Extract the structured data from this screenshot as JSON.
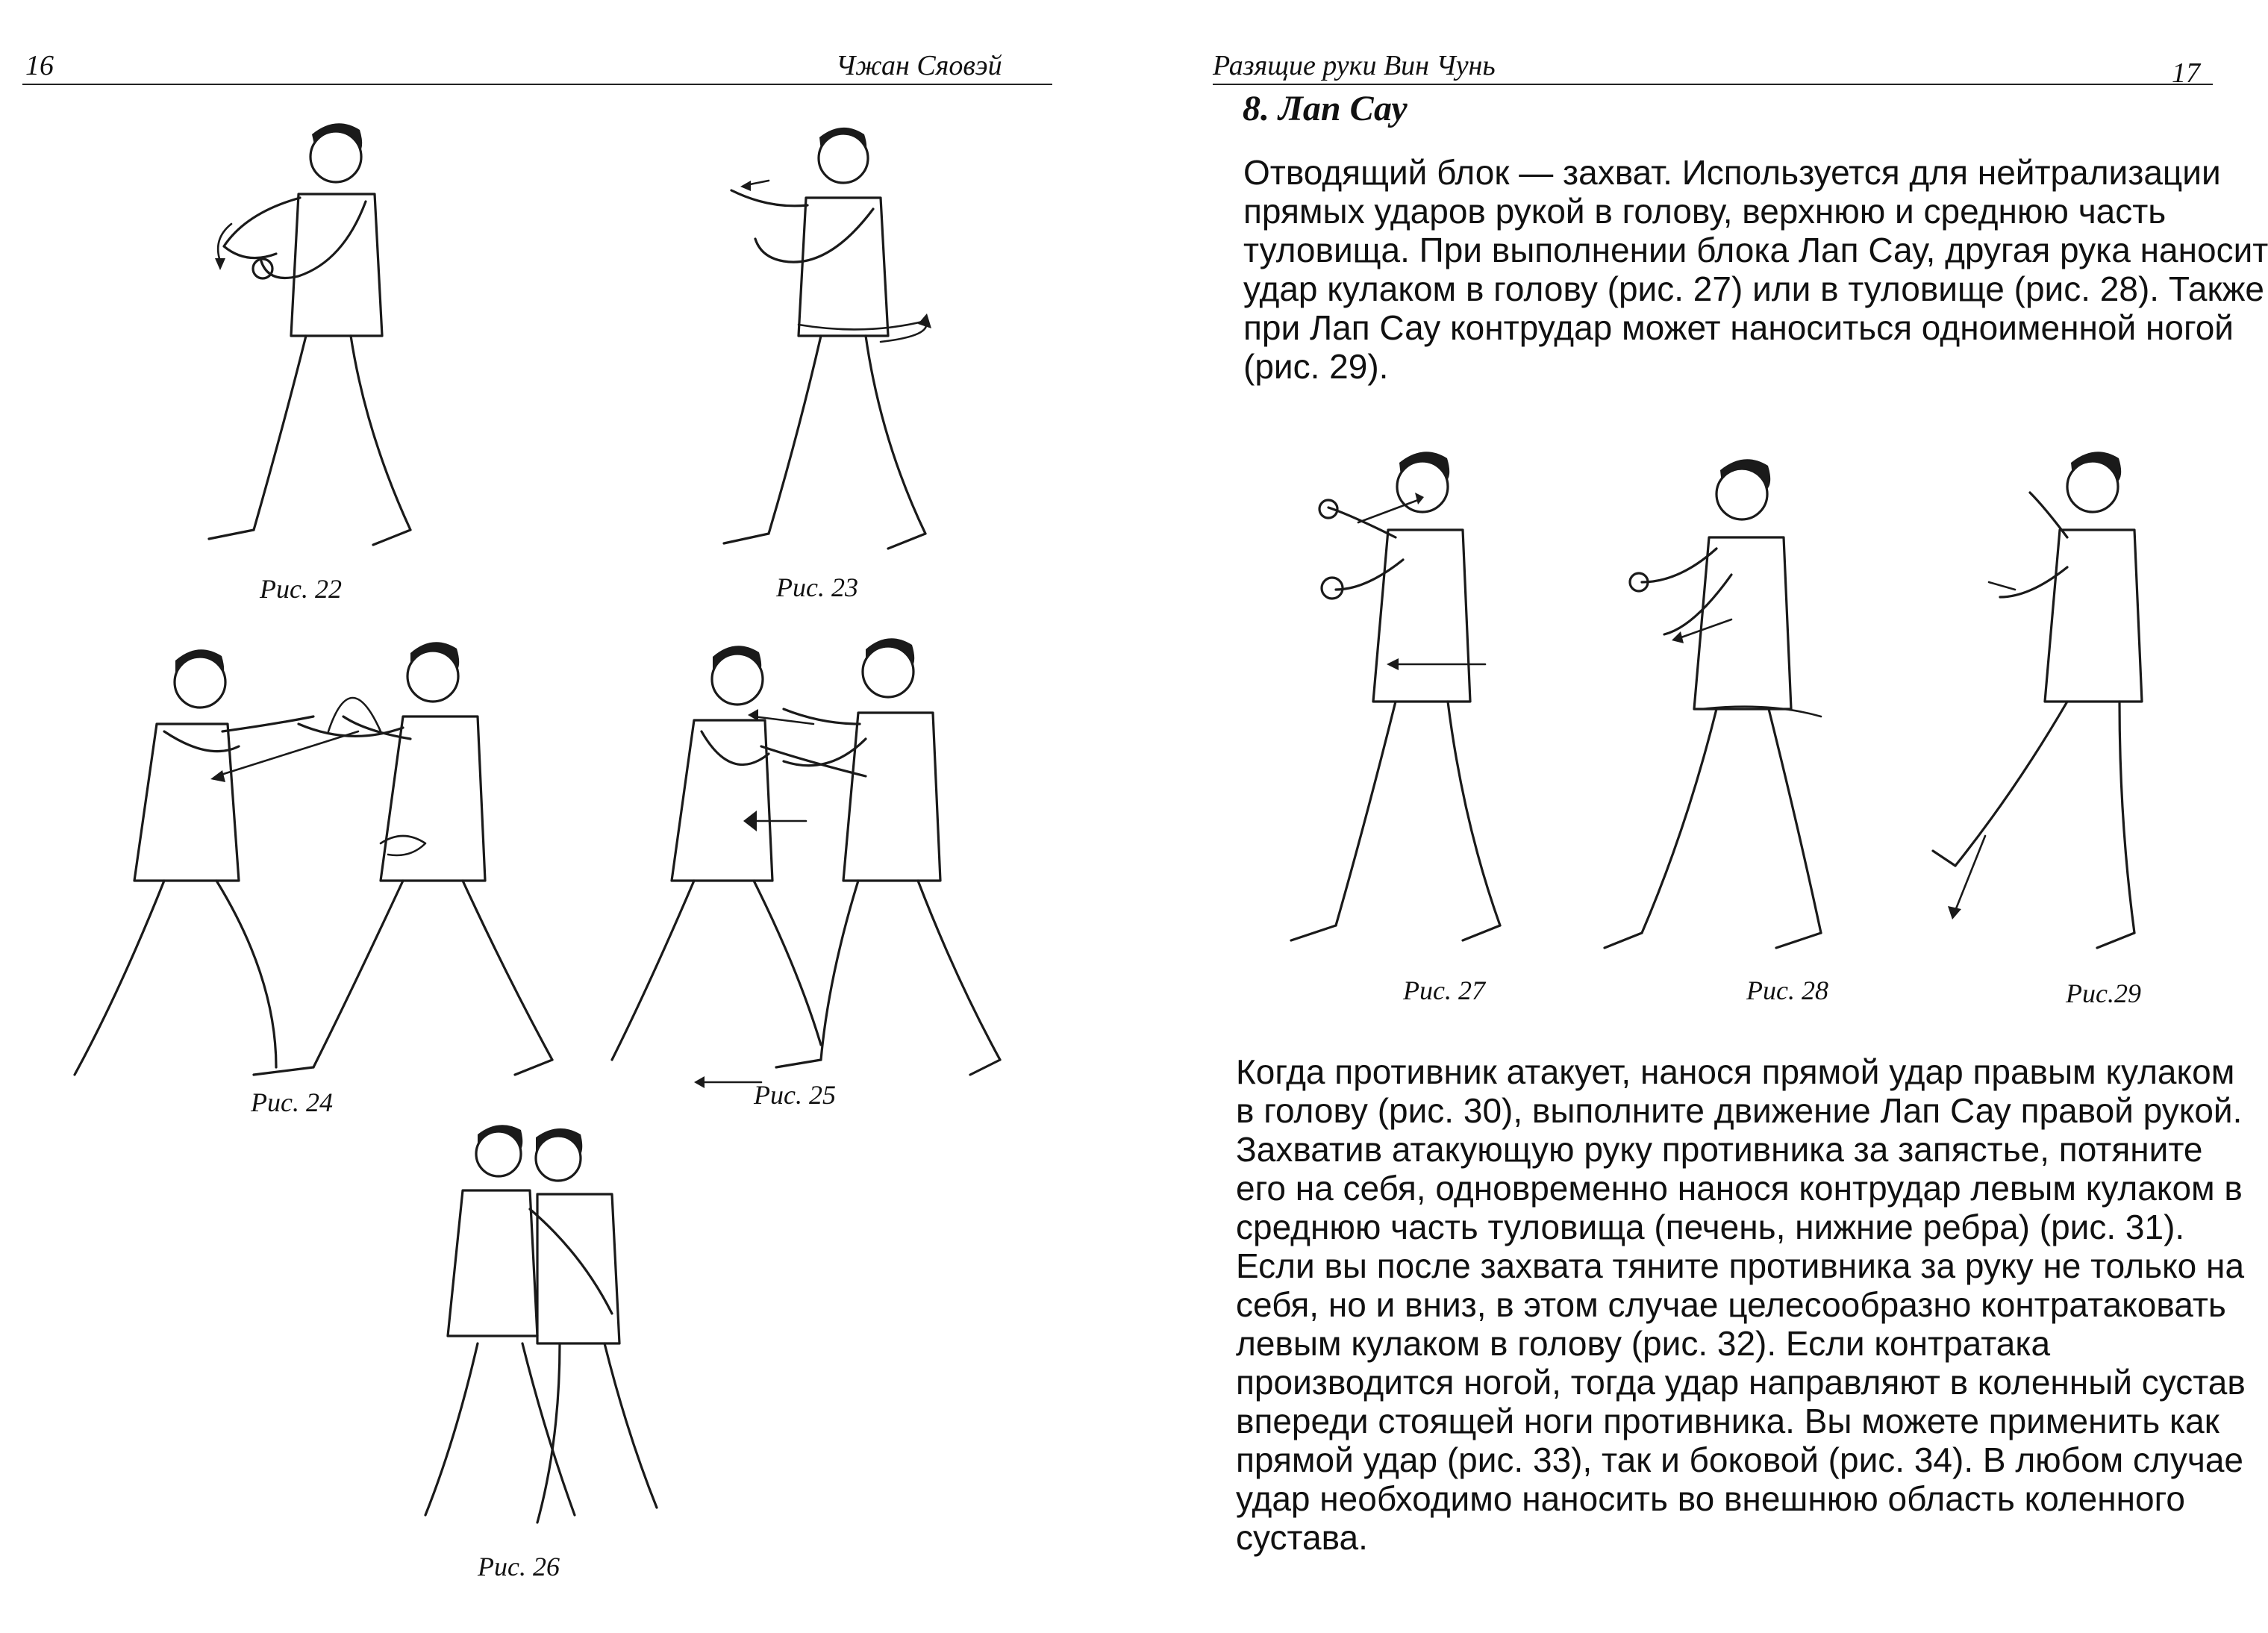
{
  "left_page": {
    "page_number": "16",
    "running_head": "Чжан Сяовэй",
    "figures": [
      {
        "id": "22",
        "caption": "Рис. 22"
      },
      {
        "id": "23",
        "caption": "Рис. 23"
      },
      {
        "id": "24",
        "caption": "Рис. 24"
      },
      {
        "id": "25",
        "caption": "Рис. 25"
      },
      {
        "id": "26",
        "caption": "Рис. 26"
      }
    ]
  },
  "right_page": {
    "page_number": "17",
    "running_head": "Разящие руки Вин Чунь",
    "section_title": "8. Лап Сау",
    "paragraph1_lines": [
      "Отводящий блок — захват. Используется для нейтрализации",
      "прямых ударов рукой в голову, верхнюю и среднюю часть",
      "туловища. При выполнении блока Лап Сау, другая рука наносит",
      "удар кулаком в голову (рис. 27) или в туловище (рис. 28). Также",
      "при Лап Сау контрудар может наноситься одноименной ногой",
      "(рис. 29)."
    ],
    "figures": [
      {
        "id": "27",
        "caption": "Рис. 27"
      },
      {
        "id": "28",
        "caption": "Рис. 28"
      },
      {
        "id": "29",
        "caption": "Рис.29"
      }
    ],
    "paragraph2_lines": [
      "Когда противник атакует, нанося прямой удар правым кулаком",
      "в голову (рис. 30), выполните движение Лап Сау правой рукой.",
      "Захватив атакующую руку противника за запястье, потяните",
      "его на себя, одновременно нанося контрудар левым кулаком в",
      "среднюю часть туловища (печень, нижние ребра) (рис. 31).",
      "Если вы после захвата тяните противника за руку не только на",
      "себя, но и вниз, в этом случае целесообразно контратаковать",
      "левым кулаком в голову (рис. 32). Если контратака",
      "производится ногой, тогда удар направляют в коленный сустав",
      "впереди стоящей ноги противника. Вы можете применить как",
      "прямой удар (рис. 33), так и боковой (рис. 34). В любом случае",
      "удар необходимо наносить во внешнюю область коленного",
      "сустава."
    ]
  }
}
